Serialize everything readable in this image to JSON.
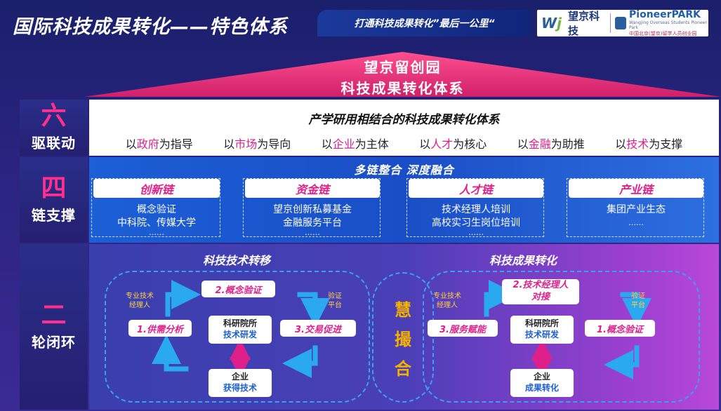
{
  "header": {
    "title": "国际科技成果转化——特色体系",
    "slogan": "打通科技成果转化”最后一公里“",
    "logo_brand": "望京科技",
    "logo_pp_title": "PioneerPARK",
    "logo_pp_sub": "Wangjing Overseas Students Pioneer Park",
    "logo_pp_cn": "中国北京(望京)留学人员创业园"
  },
  "roof": {
    "line1": "望京留创园",
    "line2": "科技成果转化体系"
  },
  "left_labels": [
    {
      "num": "六",
      "label": "驱联动"
    },
    {
      "num": "四",
      "label": "链支撑"
    },
    {
      "num": "二",
      "label": "轮闭环"
    }
  ],
  "row1": {
    "title": "产学研用相结合的科技成果转化体系",
    "items": [
      {
        "pre": "以",
        "hl": "政府",
        "post": "为指导"
      },
      {
        "pre": "以",
        "hl": "市场",
        "post": "为导向"
      },
      {
        "pre": "以",
        "hl": "企业",
        "post": "为主体"
      },
      {
        "pre": "以",
        "hl": "人才",
        "post": "为核心"
      },
      {
        "pre": "以",
        "hl": "金融",
        "post": "为助推"
      },
      {
        "pre": "以",
        "hl": "技术",
        "post": "为支撑"
      }
    ]
  },
  "row2": {
    "title": "多链整合 深度融合",
    "chains": [
      {
        "head": "创新链",
        "lines": [
          "概念验证",
          "中科院、传媒大学",
          "……"
        ]
      },
      {
        "head": "资金链",
        "lines": [
          "望京创新私募基金",
          "金融服务平台",
          "……"
        ]
      },
      {
        "head": "人才链",
        "lines": [
          "技术经理人培训",
          "高校实习生岗位培训",
          "……"
        ]
      },
      {
        "head": "产业链",
        "lines": [
          "集团产业生态",
          "……"
        ]
      }
    ]
  },
  "row3": {
    "left_title": "科技技术转移",
    "right_title": "科技成果转化",
    "center": [
      "慧",
      "撮",
      "合"
    ],
    "left": {
      "n1": "1.供需分析",
      "n2": "2.概念验证",
      "n3": "3.交易促进",
      "core1": "科研院所",
      "core2": "技术研发",
      "bottom1": "企业",
      "bottom2": "获得技术",
      "note_left1": "专业技术",
      "note_left2": "经理人",
      "note_right1": "验证",
      "note_right2": "平台"
    },
    "right": {
      "n1": "1.概念验证",
      "n2a": "2.技术经理人",
      "n2b": "对接",
      "n3": "3.服务赋能",
      "core1": "科研院所",
      "core2": "技术研发",
      "bottom1": "企业",
      "bottom2": "成果转化",
      "note_left1": "专业技术",
      "note_left2": "经理人",
      "note_right1": "验证",
      "note_right2": "平台"
    }
  },
  "colors": {
    "accent_pink": "#e0208a",
    "accent_blue": "#1c5fd6",
    "accent_gold": "#f5b000",
    "loop_cyan": "#3aa0f0"
  }
}
